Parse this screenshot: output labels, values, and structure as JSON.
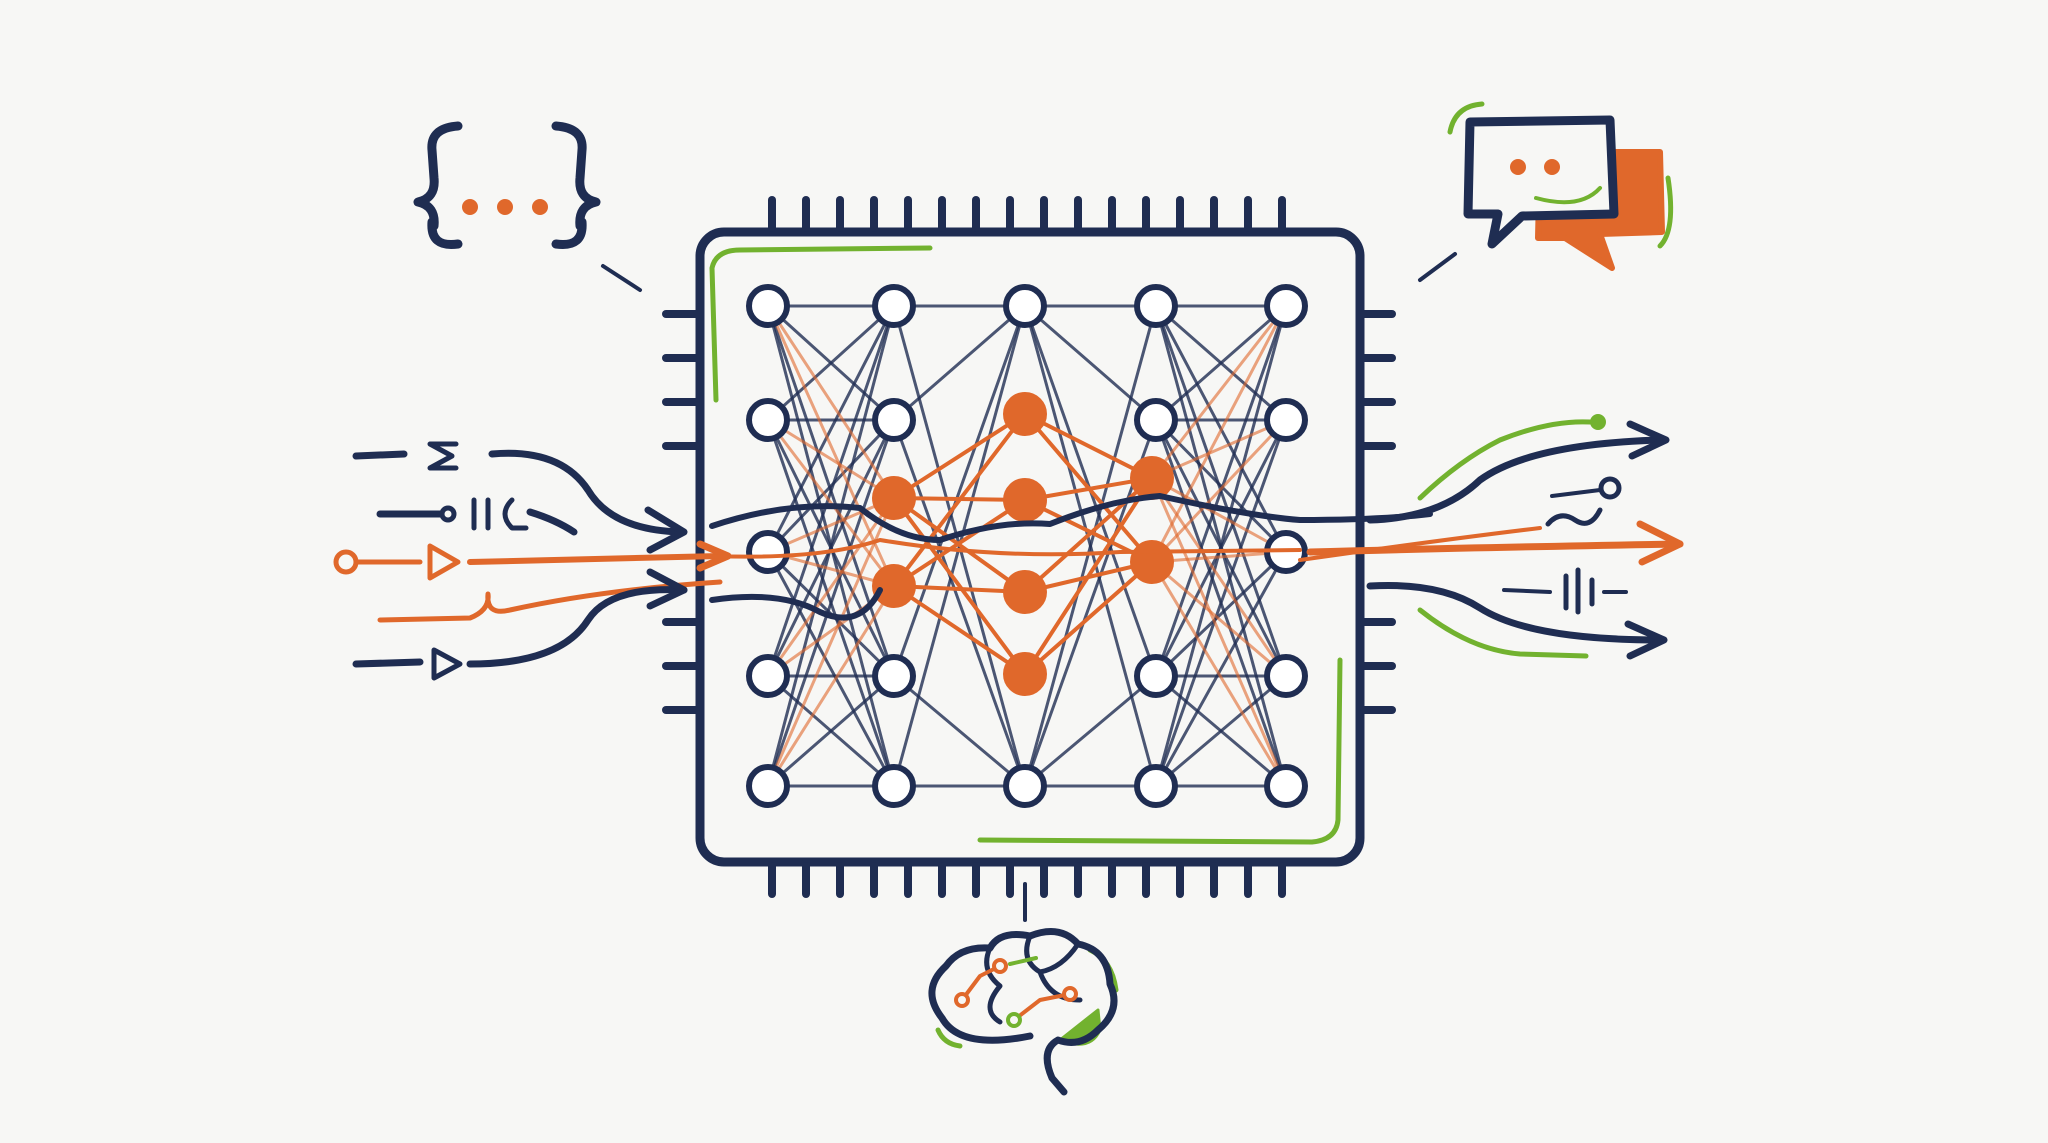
{
  "colors": {
    "background": "#f7f7f5",
    "primary": "#1f2d52",
    "accent": "#e0682b",
    "highlight": "#72b22f"
  },
  "icons": [
    "code-braces-icon",
    "chat-bubbles-icon",
    "brain-circuit-icon",
    "input-arrows-icon",
    "output-arrows-icon",
    "processor-chip-icon",
    "neural-network-icon"
  ],
  "network": {
    "columns": 5,
    "rows": 5,
    "highlighted_layers": [
      3,
      4,
      2
    ]
  }
}
